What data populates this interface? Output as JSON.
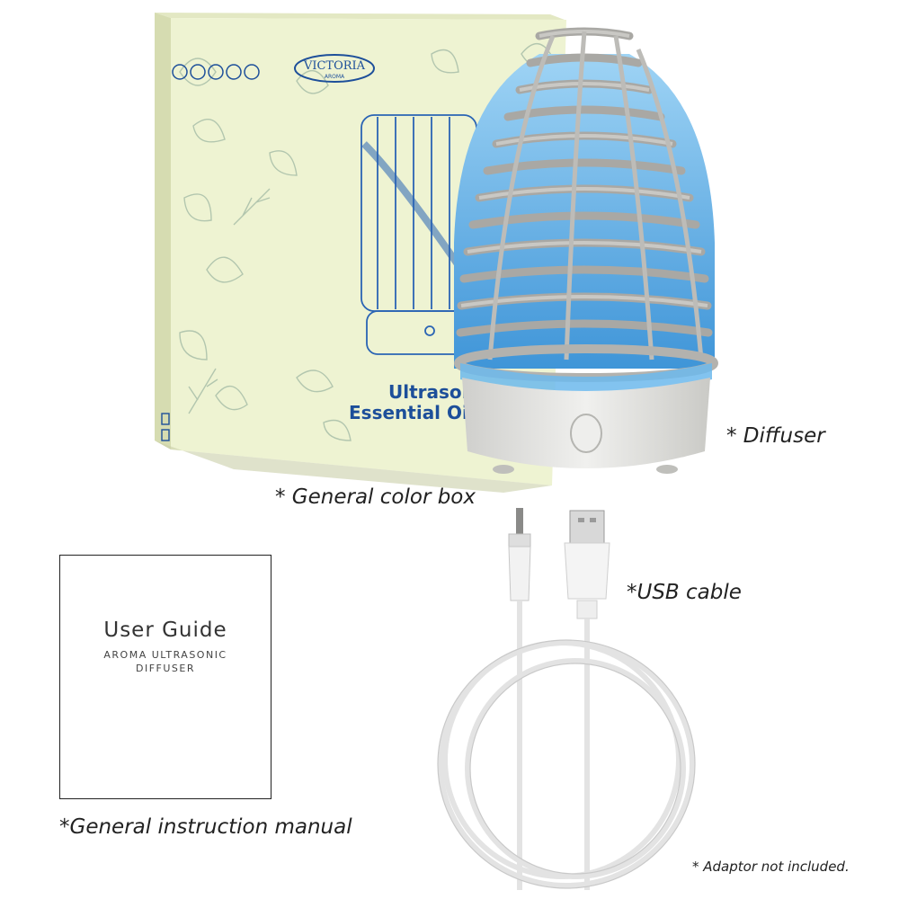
{
  "captions": {
    "diffuser": "* Diffuser",
    "color_box": "* General color box",
    "usb_cable": "*USB cable",
    "manual": "*General instruction manual",
    "adaptor_note": "* Adaptor not included."
  },
  "box": {
    "brand": "VICTORIA",
    "brand_sub": "AROMA",
    "title_line1": "Ultrasonic",
    "title_line2": "Essential Oil Diffuser"
  },
  "manual": {
    "title": "User Guide",
    "subtitle_line1": "AROMA ULTRASONIC",
    "subtitle_line2": "DIFFUSER"
  },
  "colors": {
    "box_face": "#eef3d2",
    "box_side": "#d8deb4",
    "box_ink": "#1d4f9a",
    "wicker": "#b9b9b6",
    "glow": "#5ab0e8",
    "base": "#e6e6e3"
  }
}
